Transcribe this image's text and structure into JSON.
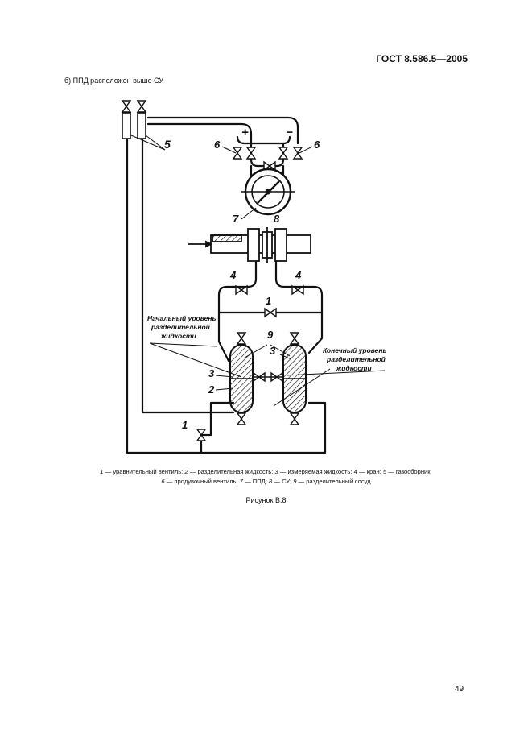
{
  "header": {
    "standard": "ГОСТ 8.586.5—2005"
  },
  "subtitle": "б)  ППД расположен выше СУ",
  "diagram": {
    "labels": {
      "l5": "5",
      "l6a": "6",
      "l6b": "6",
      "l7": "7",
      "l8": "8",
      "l4a": "4",
      "l4b": "4",
      "l1a": "1",
      "l1b": "1",
      "l9": "9",
      "l3a": "3",
      "l3b": "3",
      "l2": "2",
      "plus": "+",
      "minus": "−"
    },
    "annotations": {
      "initial_level": [
        "Начальный уровень",
        "разделительной",
        "жидкости"
      ],
      "final_level": [
        "Конечный уровень",
        "разделительной",
        "жидкости"
      ]
    }
  },
  "legend": {
    "l1_n": "1",
    "l1_t": " — уравнительный вентиль; ",
    "l2_n": "2",
    "l2_t": " — разделительная жидкость; ",
    "l3_n": "3",
    "l3_t": " — измеряемая жидкость; ",
    "l4_n": "4",
    "l4_t": " — кран; ",
    "l5_n": "5",
    "l5_t": " — газосборник;",
    "l6_n": "6",
    "l6_t": " — продувочный вентиль; ",
    "l7_n": "7",
    "l7_t": " — ППД; ",
    "l8_n": "8",
    "l8_t": " — СУ; ",
    "l9_n": "9",
    "l9_t": " — разделительный сосуд"
  },
  "caption": "Рисунок В.8",
  "page_number": "49"
}
